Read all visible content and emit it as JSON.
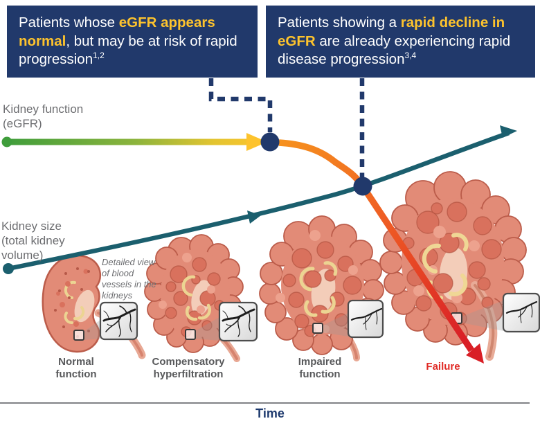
{
  "callouts": [
    {
      "pre": "Patients whose ",
      "highlight": "eGFR appears normal",
      "post": ", but may be at risk of rapid progression",
      "sup": "1,2"
    },
    {
      "pre": "Patients showing a ",
      "highlight": "rapid decline in eGFR",
      "post": " are already experiencing rapid disease progression",
      "sup": "3,4"
    }
  ],
  "labels": {
    "kidney_function": "Kidney function\n(eGFR)",
    "kidney_size": "Kidney size\n(total kidney\nvolume)",
    "detail_note": "Detailed view\nof blood\nvessels in the\nkidneys"
  },
  "stages": [
    {
      "label": "Normal\nfunction"
    },
    {
      "label": "Compensatory\nhyperfiltration"
    },
    {
      "label": "Impaired\nfunction"
    },
    {
      "label": "Failure",
      "color": "#e02b26"
    }
  ],
  "axis": {
    "time_label": "Time"
  },
  "icons": {
    "event_markers": "navy-circle-marker",
    "egfr_arrowhead": "yellow-right-arrow",
    "failure_arrowhead": "red-down-right-arrow",
    "volume_arrowheads": "teal-up-right-arrow",
    "insets": "blood-vessel-detail-box"
  },
  "colors": {
    "callout_bg": "#21396b",
    "highlight_gold": "#fdc32d",
    "curve_green": "#3f9d3b",
    "curve_yellow": "#fdc32d",
    "curve_orange": "#f6911e",
    "curve_red": "#d91f26",
    "curve_teal": "#1b5f6e",
    "label_gray": "#6d6e71",
    "stage_gray": "#58595b",
    "failure_red": "#e02b26",
    "navy": "#1e3a6e"
  },
  "chart_data": {
    "type": "line",
    "title": "Conceptual progression of kidney disease over time",
    "xlabel": "Time",
    "ylabel": "",
    "categories": [
      "Normal function",
      "Compensatory hyperfiltration",
      "Impaired function",
      "Failure"
    ],
    "series": [
      {
        "name": "Kidney function (eGFR)",
        "values_pct": [
          100,
          100,
          55,
          8
        ],
        "shape": "flat (green to yellow) then rapid decline (orange to red)",
        "color_gradient": [
          "#3f9d3b",
          "#fdc32d",
          "#f6911e",
          "#d91f26"
        ]
      },
      {
        "name": "Kidney size (total kidney volume)",
        "values_pct": [
          20,
          38,
          55,
          85
        ],
        "shape": "steady increase",
        "color": "#1b5f6e"
      }
    ],
    "annotations": [
      {
        "text": "eGFR appears normal",
        "marker": "navy dot on eGFR curve at end of flat segment"
      },
      {
        "text": "rapid decline in eGFR",
        "marker": "navy dot where declining eGFR curve crosses rising volume curve"
      }
    ],
    "legend_position": "labels at left of each curve",
    "grid": false
  }
}
